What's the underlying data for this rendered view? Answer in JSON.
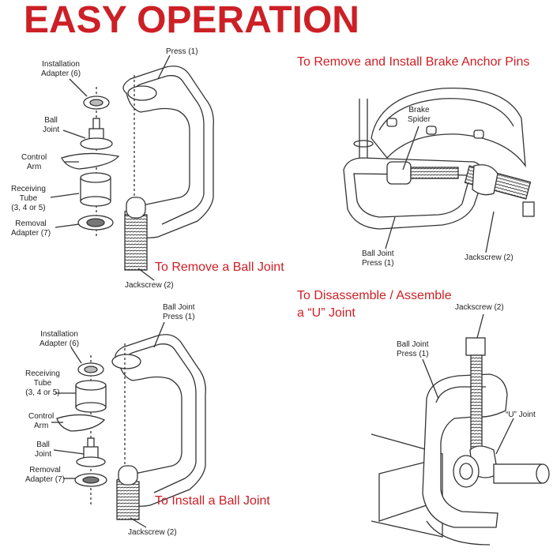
{
  "headline": "EASY OPERATION",
  "panels": {
    "remove_ball_joint": {
      "caption": "To Remove a Ball Joint",
      "labels": {
        "press": "Press (1)",
        "installation_adapter_1": "Installation",
        "installation_adapter_2": "Adapter (6)",
        "ball_joint_1": "Ball",
        "ball_joint_2": "Joint",
        "control_arm_1": "Control",
        "control_arm_2": "Arm",
        "receiving_tube_1": "Receiving",
        "receiving_tube_2": "Tube",
        "receiving_tube_3": "(3, 4 or 5)",
        "removal_adapter_1": "Removal",
        "removal_adapter_2": "Adapter (7)",
        "jackscrew": "Jackscrew (2)"
      }
    },
    "brake_anchor_pins": {
      "caption": "To Remove and Install Brake Anchor Pins",
      "labels": {
        "brake_spider_1": "Brake",
        "brake_spider_2": "Spider",
        "ball_joint_press_1": "Ball Joint",
        "ball_joint_press_2": "Press (1)",
        "jackscrew": "Jackscrew (2)"
      }
    },
    "install_ball_joint": {
      "caption": "To Install a Ball Joint",
      "labels": {
        "ball_joint_press_1": "Ball Joint",
        "ball_joint_press_2": "Press (1)",
        "installation_adapter_1": "Installation",
        "installation_adapter_2": "Adapter (6)",
        "receiving_tube_1": "Receiving",
        "receiving_tube_2": "Tube",
        "receiving_tube_3": "(3, 4 or 5)",
        "control_arm_1": "Control",
        "control_arm_2": "Arm",
        "ball_joint_1": "Ball",
        "ball_joint_2": "Joint",
        "removal_adapter_1": "Removal",
        "removal_adapter_2": "Adapter (7)",
        "jackscrew": "Jackscrew (2)"
      }
    },
    "u_joint": {
      "caption_line1": "To Disassemble / Assemble",
      "caption_line2": "a “U” Joint",
      "labels": {
        "jackscrew": "Jackscrew (2)",
        "ball_joint_press_1": "Ball Joint",
        "ball_joint_press_2": "Press (1)",
        "u_joint": "“U” Joint"
      }
    }
  }
}
